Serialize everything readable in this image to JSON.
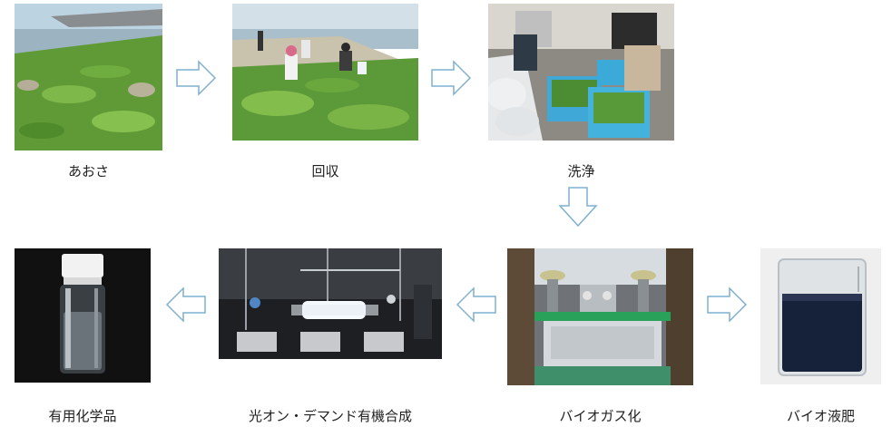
{
  "steps": {
    "aosa": "あおさ",
    "collect": "回収",
    "wash": "洗浄",
    "biogas": "バイオガス化",
    "liquid_fertilizer": "バイオ液肥",
    "photo_synthesis": "光オン・デマンド有機合成",
    "chemicals": "有用化学品"
  },
  "colors": {
    "arrow_stroke": "#7fb0cf",
    "arrow_fill": "#ffffff",
    "seaweed_green": "#5e9e3a",
    "sky": "#c9dbe6"
  },
  "icons": [
    "arrow-right-icon",
    "arrow-down-icon",
    "arrow-left-icon"
  ]
}
